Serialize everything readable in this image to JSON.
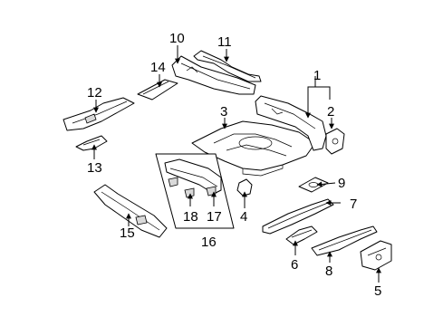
{
  "diagram": {
    "callouts": {
      "c1": "1",
      "c2": "2",
      "c3": "3",
      "c4": "4",
      "c5": "5",
      "c6": "6",
      "c7": "7",
      "c8": "8",
      "c9": "9",
      "c10": "10",
      "c11": "11",
      "c12": "12",
      "c13": "13",
      "c14": "14",
      "c15": "15",
      "c16": "16",
      "c17": "17",
      "c18": "18"
    },
    "colors": {
      "line": "#000000",
      "background": "#ffffff"
    }
  }
}
